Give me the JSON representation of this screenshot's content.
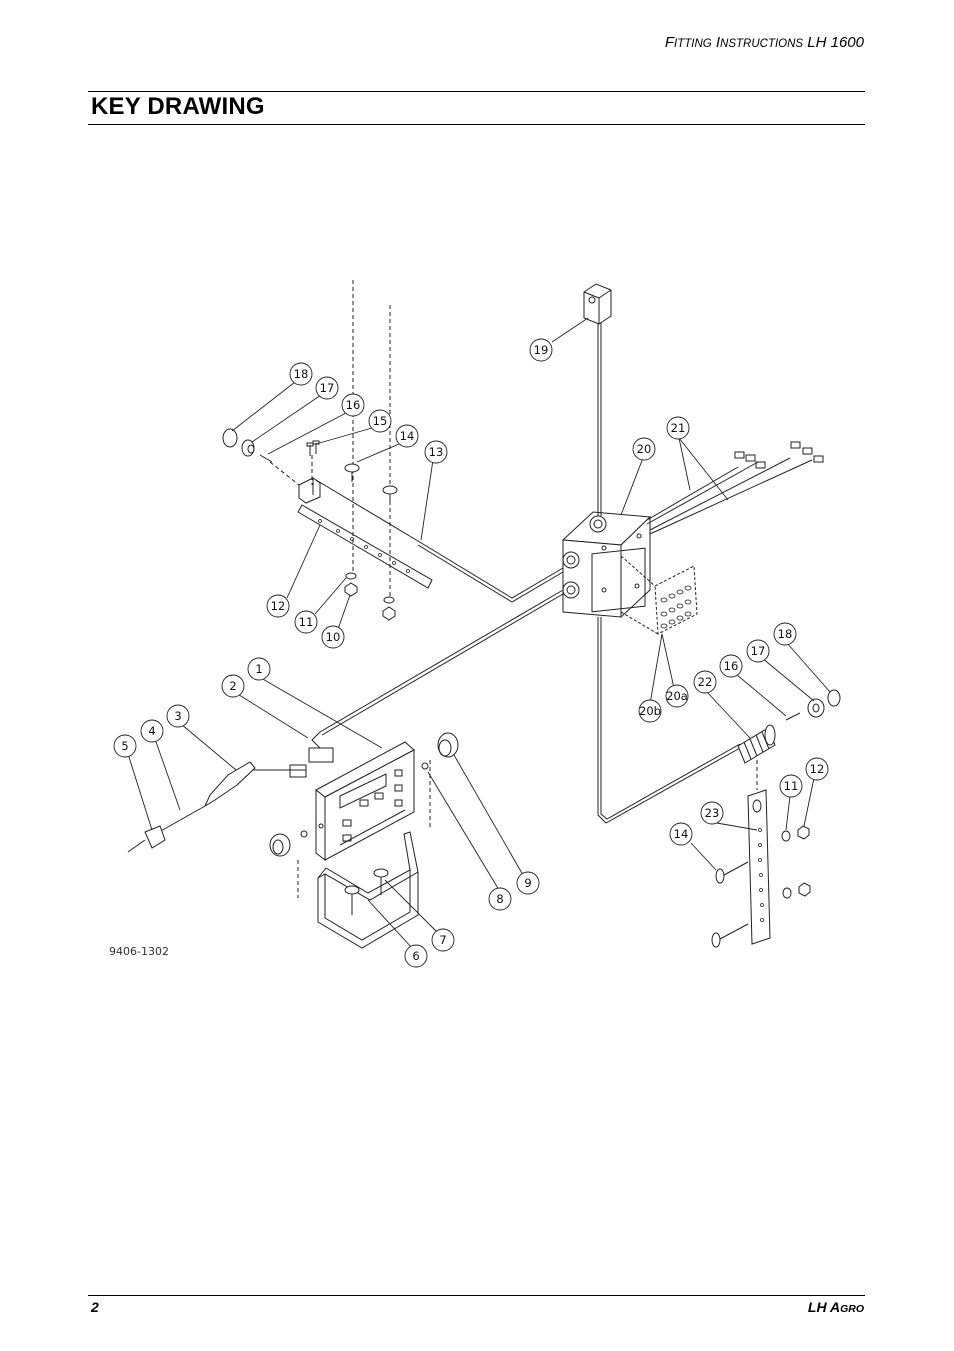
{
  "header": {
    "doc_first": "F",
    "doc_first_rest": "itting",
    "doc_second": "I",
    "doc_second_rest": "nstructions",
    "doc_model": "LH 1600"
  },
  "title": "KEY DRAWING",
  "drawing": {
    "code": "9406-1302",
    "labels": [
      "1",
      "2",
      "3",
      "4",
      "5",
      "6",
      "7",
      "8",
      "9",
      "10",
      "11",
      "12",
      "13",
      "14",
      "15",
      "16",
      "17",
      "18",
      "19",
      "20",
      "21",
      "22",
      "23",
      "20a",
      "20b",
      "11",
      "12",
      "14",
      "16",
      "17",
      "18"
    ]
  },
  "footer": {
    "page": "2",
    "brand_a": "LH A",
    "brand_b": "gro"
  }
}
